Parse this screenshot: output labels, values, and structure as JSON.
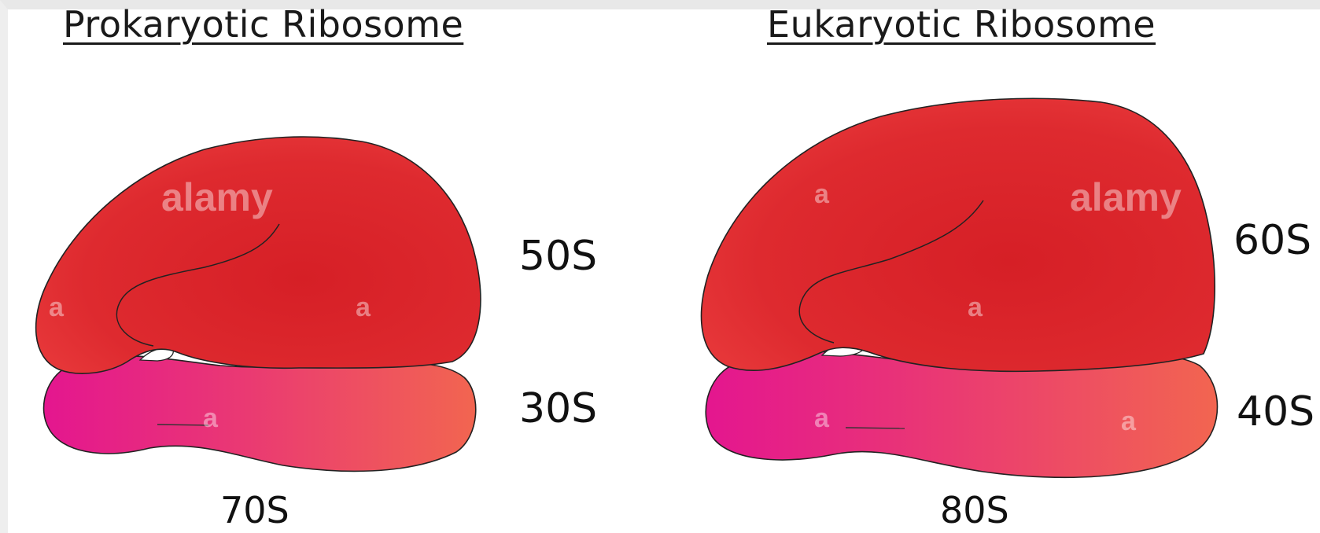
{
  "diagram": {
    "prokaryotic": {
      "title": "Prokaryotic Ribosome",
      "large_subunit": "50S",
      "small_subunit": "30S",
      "whole": "70S"
    },
    "eukaryotic": {
      "title": "Eukaryotic Ribosome",
      "large_subunit": "60S",
      "small_subunit": "40S",
      "whole": "80S"
    }
  },
  "watermark": {
    "brand": "alamy",
    "mark": "a"
  },
  "colors": {
    "large_subunit": "#d92128",
    "small_subunit_left": "#e6168c",
    "small_subunit_right": "#f0604e",
    "outline": "#222222"
  }
}
